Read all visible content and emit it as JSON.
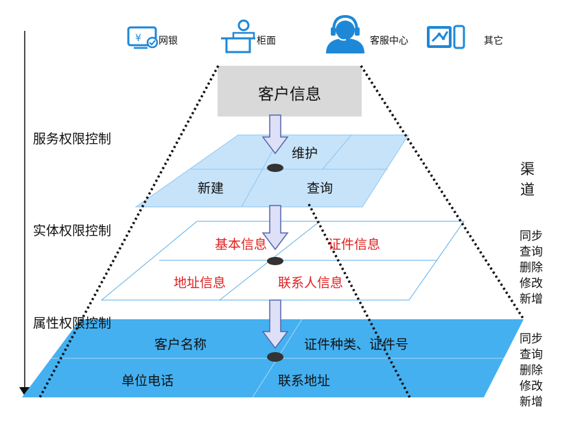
{
  "channels": [
    {
      "label": "网银",
      "icon": "online-banking-icon"
    },
    {
      "label": "柜面",
      "icon": "counter-icon"
    },
    {
      "label": "客服中心",
      "icon": "customer-service-icon"
    },
    {
      "label": "其它",
      "icon": "other-device-icon"
    }
  ],
  "top_box": "客户信息",
  "layers": {
    "service": {
      "label": "服务权限控制",
      "cells": [
        "维护",
        "新建",
        "查询"
      ]
    },
    "entity": {
      "label": "实体权限控制",
      "cells": [
        "基本信息",
        "证件信息",
        "地址信息",
        "联系人信息"
      ]
    },
    "attribute": {
      "label": "属性权限控制",
      "cells": [
        "客户名称",
        "证件种类、证件号",
        "单位电话",
        "联系地址"
      ]
    }
  },
  "side_channel": [
    "渠",
    "道"
  ],
  "ops_entity": [
    "同步",
    "查询",
    "删除",
    "修改",
    "新增"
  ],
  "ops_attribute": [
    "同步",
    "查询",
    "删除",
    "修改",
    "新增"
  ],
  "colors": {
    "service_fill": "#c7e3fa",
    "entity_fill": "#ffffff",
    "attribute_fill": "#44b0f0",
    "grid_line": "#5aaee8",
    "top_box": "#d9d9d9",
    "arrow_fill": "#dde0f7",
    "arrow_stroke": "#5566aa",
    "icon_blue": "#1e88d8",
    "text_red": "#e02020"
  }
}
